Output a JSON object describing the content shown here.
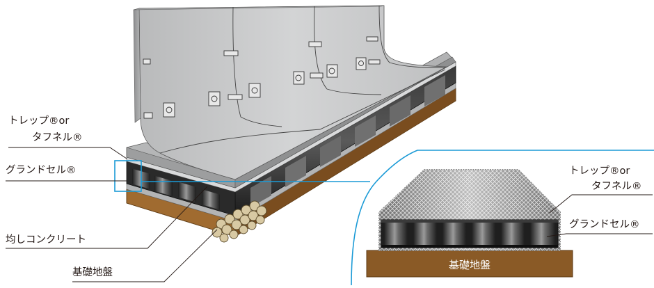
{
  "labels": {
    "trap_or_tufnel_line1": "トレップ®or",
    "trap_or_tufnel_line2": "タフネル®",
    "ground_cell": "グランドセル®",
    "leveling_concrete": "均しコンクリート",
    "foundation_ground": "基礎地盤"
  },
  "detail": {
    "trap_or_tufnel_line1": "トレップ®or",
    "trap_or_tufnel_line2": "タフネル®",
    "ground_cell": "グランドセル®",
    "foundation_ground": "基礎地盤"
  },
  "colors": {
    "accent_blue": "#1a9ad6",
    "soil_brown": "#8a5a26",
    "wall_grey": "#c9cacb",
    "cell_dark": "#2b2b2b"
  }
}
